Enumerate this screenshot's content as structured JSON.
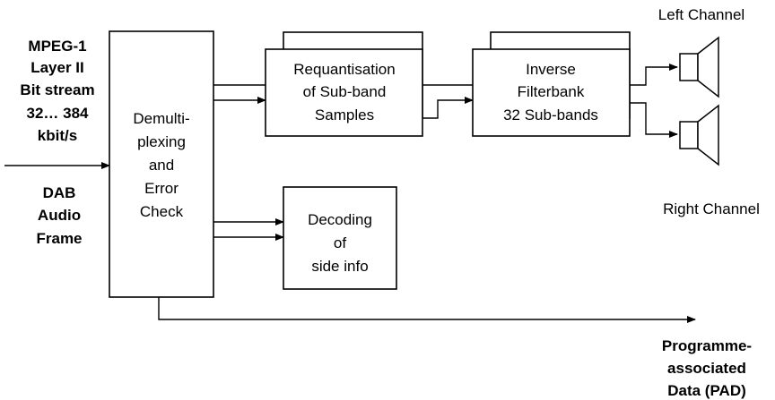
{
  "input": {
    "mpeg_lines": [
      "MPEG-1",
      "Layer II",
      "Bit stream",
      "32… 384",
      "kbit/s"
    ],
    "dab_lines": [
      "DAB",
      "Audio",
      "Frame"
    ]
  },
  "blocks": {
    "demux_lines": [
      "Demulti-",
      "plexing",
      "and",
      "Error",
      "Check"
    ],
    "requant_lines": [
      "Requantisation",
      "of Sub-band",
      "Samples"
    ],
    "filterbank_lines": [
      "Inverse",
      "Filterbank",
      "32 Sub-bands"
    ],
    "sideinfo_lines": [
      "Decoding",
      "of",
      "side info"
    ]
  },
  "outputs": {
    "left": "Left Channel",
    "right": "Right Channel",
    "pad_lines": [
      "Programme-",
      "associated",
      "Data (PAD)"
    ]
  },
  "colors": {
    "line": "#000000",
    "background": "#ffffff"
  }
}
